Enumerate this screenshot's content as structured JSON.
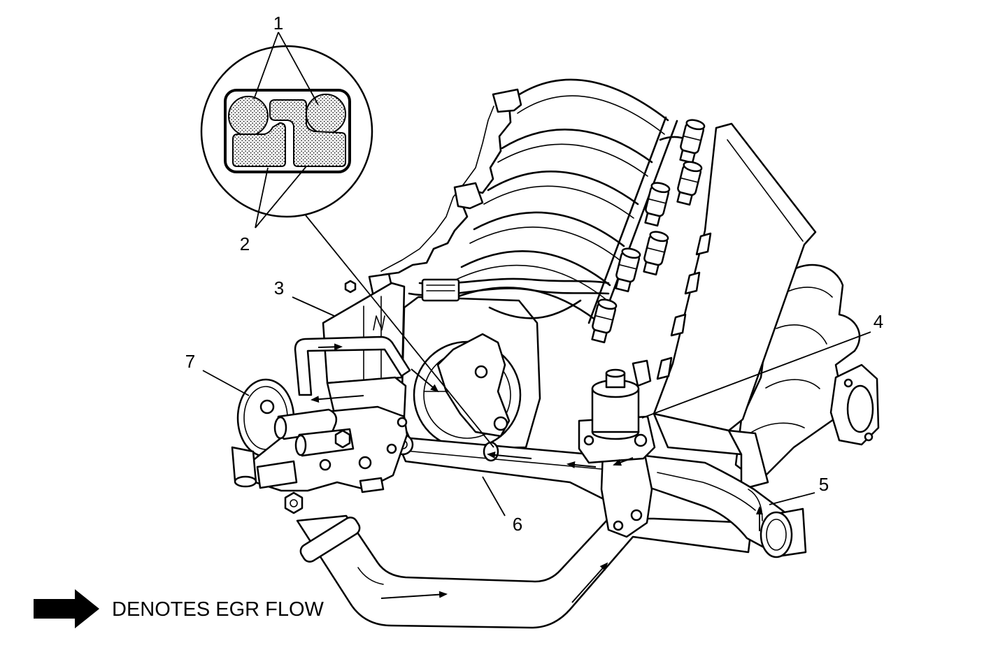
{
  "callouts": [
    "1",
    "2",
    "3",
    "4",
    "5",
    "6",
    "7"
  ],
  "legend": {
    "text": "DENOTES EGR FLOW"
  },
  "colors": {
    "line": "#000000",
    "background": "#ffffff"
  }
}
